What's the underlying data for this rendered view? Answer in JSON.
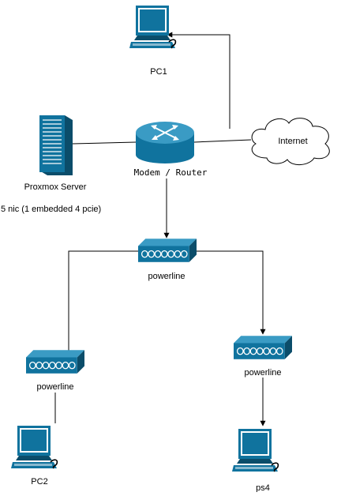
{
  "diagram": {
    "nodes": {
      "pc1": {
        "label": "PC1",
        "icon": "computer-icon"
      },
      "proxmox": {
        "label": "Proxmox Server",
        "note": "5 nic (1 embedded 4 pcie)",
        "icon": "server-icon"
      },
      "router": {
        "label": "Modem / Router",
        "icon": "router-icon"
      },
      "internet": {
        "label": "Internet",
        "icon": "cloud-icon"
      },
      "powerline_main": {
        "label": "powerline",
        "icon": "powerline-icon"
      },
      "powerline_left": {
        "label": "powerline",
        "icon": "powerline-icon"
      },
      "powerline_right": {
        "label": "powerline",
        "icon": "powerline-icon"
      },
      "pc2": {
        "label": "PC2",
        "icon": "computer-icon"
      },
      "ps4": {
        "label": "ps4",
        "icon": "computer-icon"
      }
    },
    "edges": [
      {
        "from": "router",
        "to": "pc1",
        "arrow": true
      },
      {
        "from": "proxmox",
        "to": "router",
        "arrow": false
      },
      {
        "from": "router",
        "to": "internet",
        "arrow": false
      },
      {
        "from": "router",
        "to": "powerline_main",
        "arrow": true
      },
      {
        "from": "powerline_main",
        "to": "powerline_left",
        "arrow": true
      },
      {
        "from": "powerline_main",
        "to": "powerline_right",
        "arrow": true
      },
      {
        "from": "powerline_left",
        "to": "pc2",
        "arrow": false
      },
      {
        "from": "powerline_right",
        "to": "ps4",
        "arrow": true
      }
    ],
    "colors": {
      "device_teal": "#10739E",
      "device_dark": "#0B4D6A",
      "line": "#000000",
      "cloud_fill": "#ffffff"
    }
  }
}
